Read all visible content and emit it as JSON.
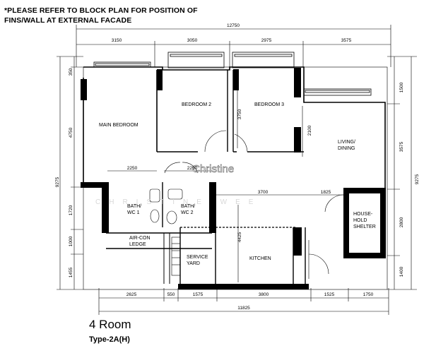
{
  "note": {
    "line1": "*PLEASE REFER TO BLOCK PLAN FOR POSITION OF",
    "line2": "FINS/WALL AT EXTERNAL FACADE"
  },
  "title": "4 Room",
  "subtitle": "Type-2A(H)",
  "watermark": {
    "main": "Christine",
    "faint": "CHRISTINE WEE"
  },
  "rooms": {
    "main_bedroom": "MAIN BEDROOM",
    "bedroom2": "BEDROOM 2",
    "bedroom3": "BEDROOM 3",
    "living_line1": "LIVING/",
    "living_line2": "DINING",
    "bath1_line1": "BATH/",
    "bath1_line2": "WC 1",
    "bath2_line1": "BATH/",
    "bath2_line2": "WC 2",
    "aircon_line1": "AIR-CON",
    "aircon_line2": "LEDGE",
    "service_line1": "SERVICE",
    "service_line2": "YARD",
    "kitchen": "KITCHEN",
    "shelter_line1": "HOUSE-",
    "shelter_line2": "HOLD",
    "shelter_line3": "SHELTER"
  },
  "dims": {
    "top_total": "12750",
    "top1": "3150",
    "top2": "3050",
    "top3": "2975",
    "top4": "3575",
    "bottom_total": "11825",
    "bot1": "2625",
    "bot2": "550",
    "bot3": "1575",
    "bot4": "3800",
    "bot5": "1525",
    "bot6": "1750",
    "left_total": "9275",
    "left1": "350",
    "left2": "4750",
    "left3": "1720",
    "left4": "1000",
    "left5": "1455",
    "right_total": "9275",
    "right1": "1500",
    "right2": "3575",
    "right3": "2800",
    "right4": "1400",
    "inner_bath_w": "2250",
    "inner_bath2_w": "2250",
    "inner_corr": "3700",
    "inner_shelter": "1825",
    "inner_bed3": "3750",
    "inner_living": "2100",
    "inner_kitchen": "4425"
  }
}
